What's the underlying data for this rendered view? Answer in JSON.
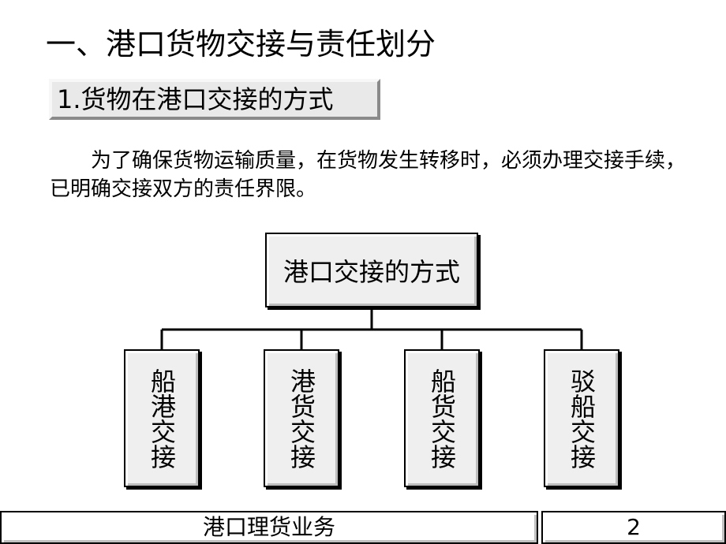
{
  "title": "一、港口货物交接与责任划分",
  "subheading": "1.货物在港口交接的方式",
  "paragraph": "为了确保货物运输质量，在货物发生转移时，必须办理交接手续，已明确交接双方的责任界限。",
  "diagram": {
    "root": "港口交接的方式",
    "children": [
      "船港交接",
      "港货交接",
      "船货交接",
      "驳船交接"
    ]
  },
  "footer": {
    "label": "港口理货业务",
    "page": "2"
  }
}
